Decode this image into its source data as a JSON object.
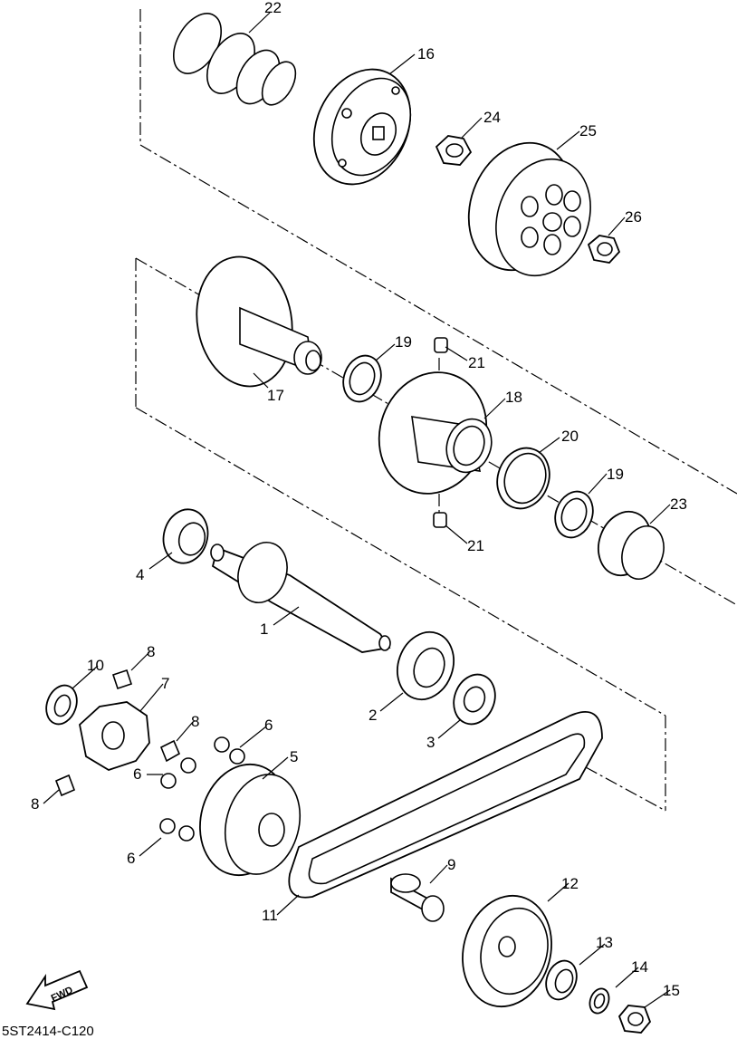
{
  "diagram_code": "5ST2414-C120",
  "fwd_label": "FWD",
  "callouts": {
    "c1": "1",
    "c2": "2",
    "c3": "3",
    "c4": "4",
    "c5": "5",
    "c6a": "6",
    "c6b": "6",
    "c6c": "6",
    "c7": "7",
    "c8a": "8",
    "c8b": "8",
    "c8c": "8",
    "c9": "9",
    "c10": "10",
    "c11": "11",
    "c12": "12",
    "c13": "13",
    "c14": "14",
    "c15": "15",
    "c16": "16",
    "c17": "17",
    "c18": "18",
    "c19a": "19",
    "c19b": "19",
    "c20": "20",
    "c21a": "21",
    "c21b": "21",
    "c22": "22",
    "c23": "23",
    "c24": "24",
    "c25": "25",
    "c26": "26"
  }
}
